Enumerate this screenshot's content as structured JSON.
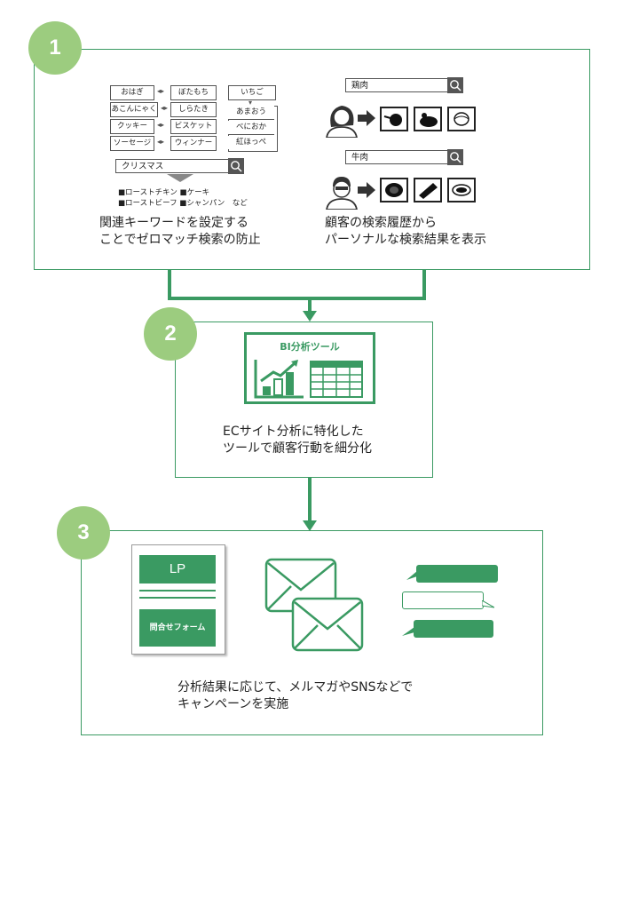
{
  "steps": [
    {
      "number": "1"
    },
    {
      "number": "2"
    },
    {
      "number": "3"
    }
  ],
  "step1": {
    "keywords_left": [
      "おはぎ",
      "あこんにゃく",
      "クッキー",
      "ソーセージ"
    ],
    "keywords_mid": [
      "ぼたもち",
      "しらたき",
      "ビスケット",
      "ウィンナー"
    ],
    "keywords_right": [
      "いちご",
      "あまおう",
      "べにおか",
      "紅ほっぺ"
    ],
    "search_term": "クリスマス",
    "suggestions_line1": "■ローストチキン ■ケーキ",
    "suggestions_line2": "■ローストビーフ ■シャンパン　など",
    "caption_left_1": "関連キーワードを設定する",
    "caption_left_2": "ことでゼロマッチ検索の防止",
    "search_chicken": "鶏肉",
    "search_beef": "牛肉",
    "caption_right_1": "顧客の検索履歴から",
    "caption_right_2": "パーソナルな検索結果を表示"
  },
  "step2": {
    "tool_title": "BI分析ツール",
    "caption_1": "ECサイト分析に特化した",
    "caption_2": "ツールで顧客行動を細分化"
  },
  "step3": {
    "lp_label": "LP",
    "form_label": "問合せフォーム",
    "caption_1": "分析結果に応じて、メルマガやSNSなどで",
    "caption_2": "キャンペーンを実施"
  },
  "colors": {
    "green_dark": "#3a9a62",
    "green_light": "#9ccc7f",
    "frame": "#3a9a62"
  }
}
